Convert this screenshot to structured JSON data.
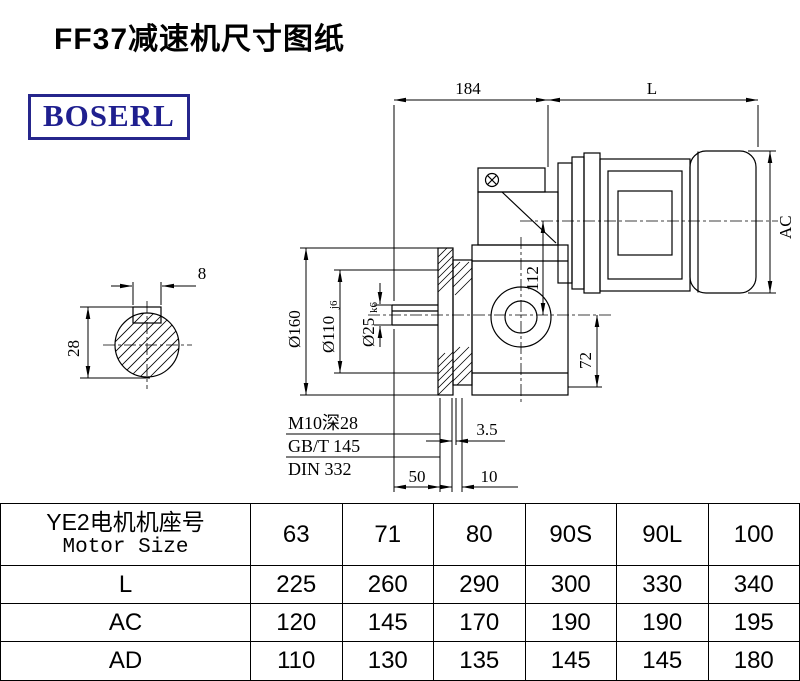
{
  "page": {
    "title": "FF37减速机尺寸图纸",
    "logo_text": "BOSERL"
  },
  "colors": {
    "logo": "#1f1f8f",
    "line": "#000000"
  },
  "drawing": {
    "dim_184": "184",
    "dim_L": "L",
    "dim_AC": "AC",
    "dim_160": "Ø160",
    "dim_110_main": "Ø110",
    "dim_110_sub": "j6",
    "dim_25_main": "Ø25",
    "dim_25_sub": "k6",
    "dim_112": "112",
    "dim_72": "72",
    "dim_8": "8",
    "dim_28": "28",
    "dim_3_5": "3.5",
    "dim_50": "50",
    "dim_10": "10",
    "note_thread": "M10深28",
    "note_gb": "GB/T 145",
    "note_din": "DIN 332"
  },
  "table": {
    "header_cn": "YE2电机机座号",
    "header_en": "Motor Size",
    "motor_sizes": [
      "63",
      "71",
      "80",
      "90S",
      "90L",
      "100"
    ],
    "rows": [
      {
        "label": "L",
        "values": [
          "225",
          "260",
          "290",
          "300",
          "330",
          "340"
        ]
      },
      {
        "label": "AC",
        "values": [
          "120",
          "145",
          "170",
          "190",
          "190",
          "195"
        ]
      },
      {
        "label": "AD",
        "values": [
          "110",
          "130",
          "135",
          "145",
          "145",
          "180"
        ]
      }
    ]
  }
}
